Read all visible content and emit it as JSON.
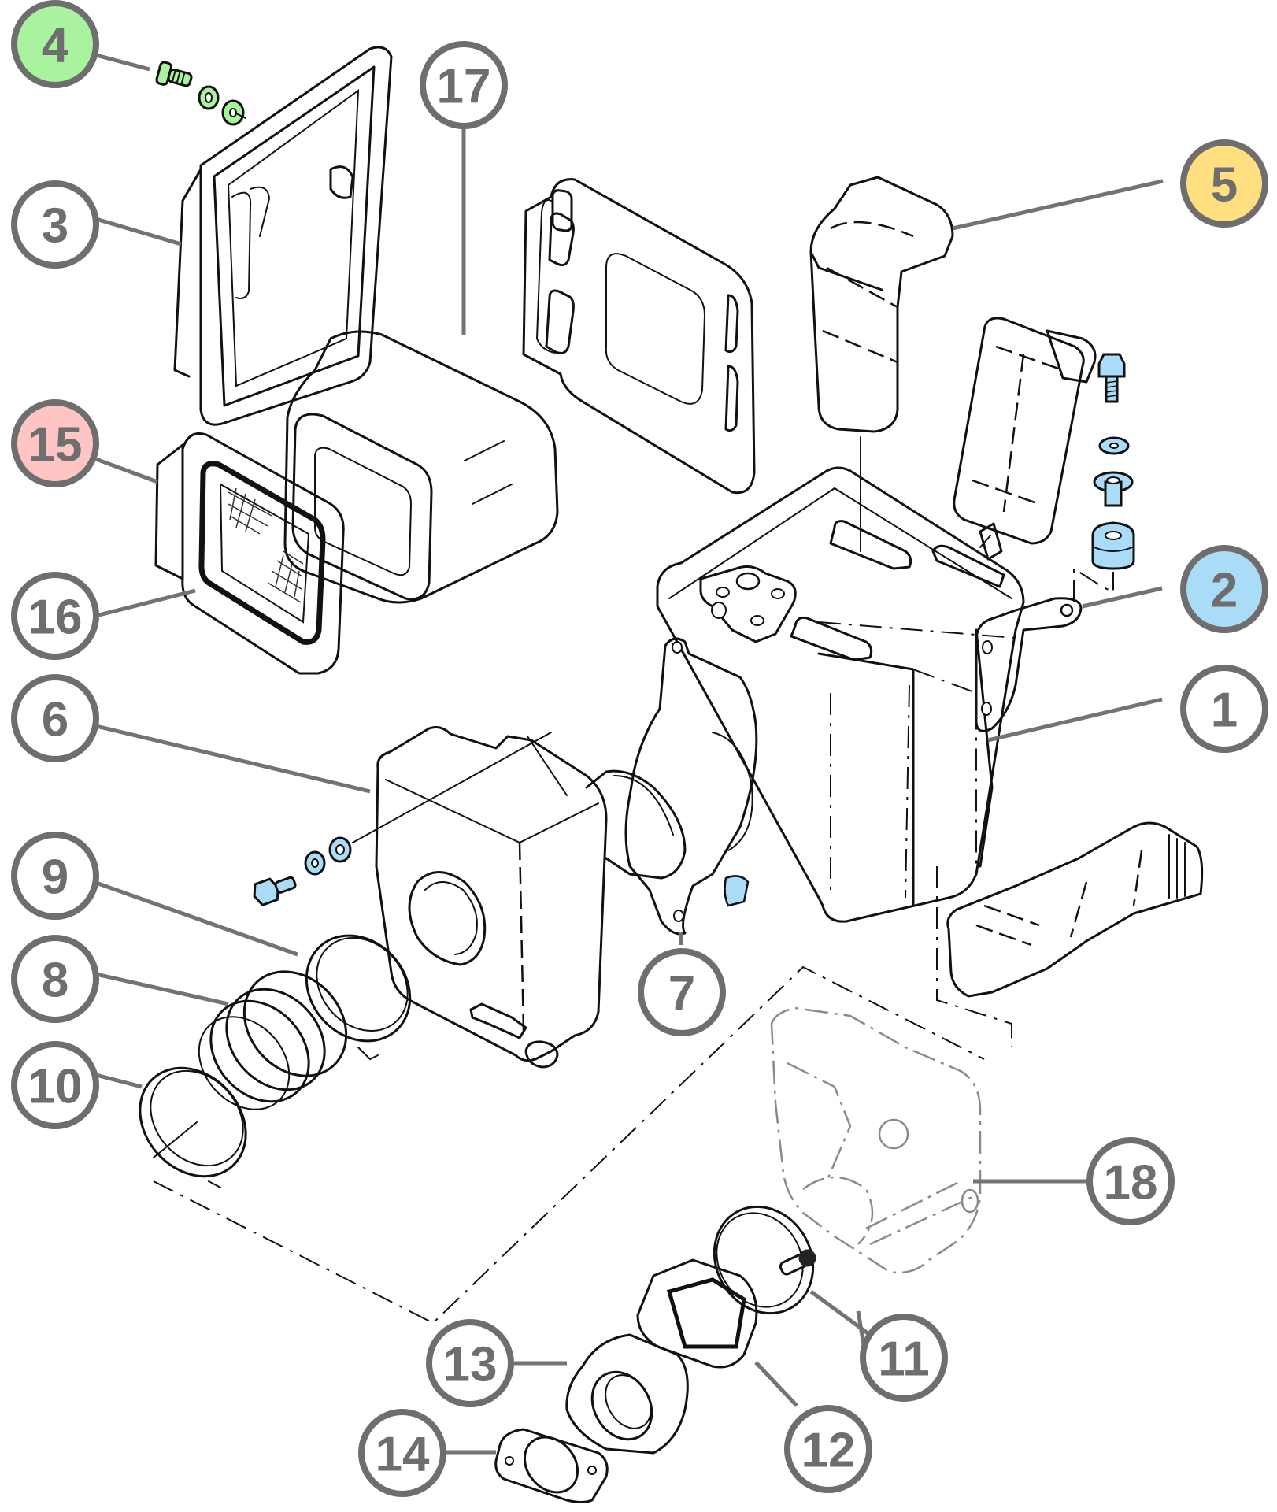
{
  "title": "Air filter box assembly — exploded parts diagram",
  "colors": {
    "callout_default": "#ffffff",
    "callout_ring": "#6e6e6e",
    "green_group": "#a9f29f",
    "yellow_group": "#ffdf80",
    "pink_group": "#ffc4c4",
    "blue_group": "#abdcf7",
    "line": "#111111",
    "ghost_part": "#8a8a8a"
  },
  "callouts": [
    {
      "id": "1",
      "label": "1",
      "color_group": "none",
      "part": "air filter housing"
    },
    {
      "id": "2",
      "label": "2",
      "color_group": "blue",
      "part": "mounting bracket with grommet, collar, washer and bolt"
    },
    {
      "id": "3",
      "label": "3",
      "color_group": "none",
      "part": "air filter cover"
    },
    {
      "id": "4",
      "label": "4",
      "color_group": "green",
      "part": "cover screw with washers"
    },
    {
      "id": "5",
      "label": "5",
      "color_group": "yellow",
      "part": "intake snorkel ducts"
    },
    {
      "id": "6",
      "label": "6",
      "color_group": "none",
      "part": "intake chamber"
    },
    {
      "id": "7",
      "label": "7",
      "color_group": "none",
      "part": "gasket"
    },
    {
      "id": "8",
      "label": "8",
      "color_group": "none",
      "part": "rubber connecting sleeve"
    },
    {
      "id": "9",
      "label": "9",
      "color_group": "none",
      "part": "hose clamp"
    },
    {
      "id": "10",
      "label": "10",
      "color_group": "none",
      "part": "hose clamp"
    },
    {
      "id": "11",
      "label": "11",
      "color_group": "none",
      "part": "hose clamp"
    },
    {
      "id": "12",
      "label": "12",
      "color_group": "none",
      "part": "intake adapter"
    },
    {
      "id": "13",
      "label": "13",
      "color_group": "none",
      "part": "insulator"
    },
    {
      "id": "14",
      "label": "14",
      "color_group": "none",
      "part": "flange gasket"
    },
    {
      "id": "15",
      "label": "15",
      "color_group": "pink",
      "part": "pre-filter screen frame"
    },
    {
      "id": "16",
      "label": "16",
      "color_group": "none",
      "part": "filter seal"
    },
    {
      "id": "17",
      "label": "17",
      "color_group": "none",
      "part": "air filter element"
    },
    {
      "id": "18",
      "label": "18",
      "color_group": "none",
      "part": "carburetor (reference, shown ghosted)"
    }
  ]
}
